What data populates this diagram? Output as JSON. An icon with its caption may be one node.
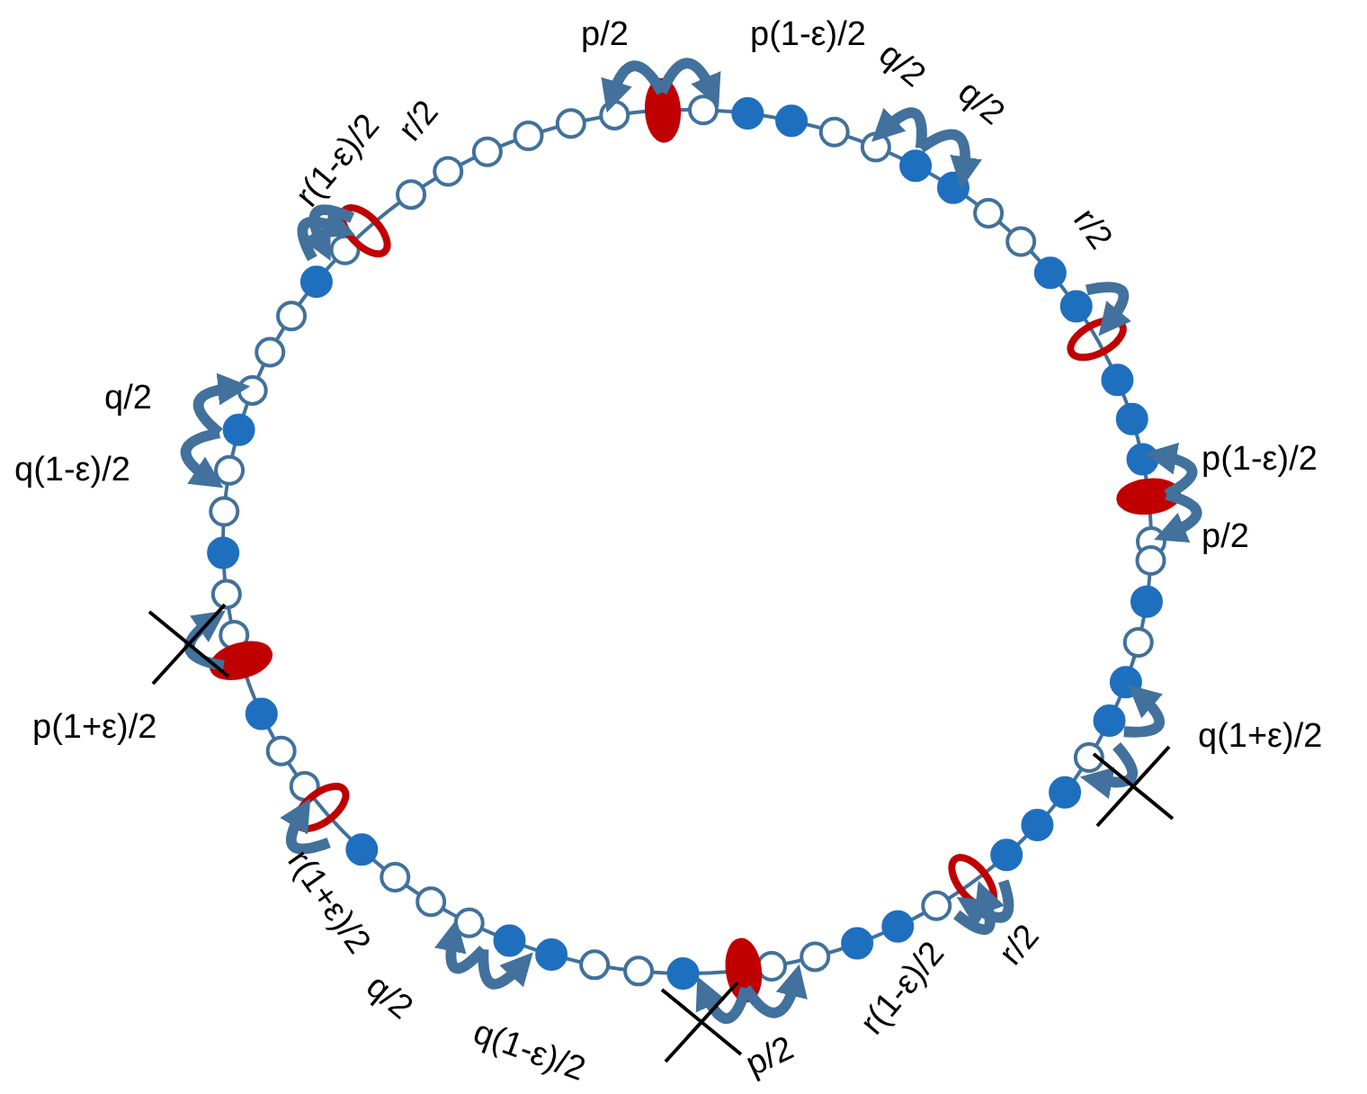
{
  "diagram": {
    "labels": [
      "p/2",
      "p(1-ε)/2",
      "q/2",
      "q/2",
      "r(1-ε)/2",
      "r/2",
      "r/2",
      "q/2",
      "q(1-ε)/2",
      "p(1-ε)/2",
      "p/2",
      "p(1+ε)/2",
      "q(1+ε)/2",
      "r(1+ε)/2",
      "q/2",
      "q(1-ε)/2",
      "p/2",
      "r(1-ε)/2",
      "r/2"
    ]
  }
}
